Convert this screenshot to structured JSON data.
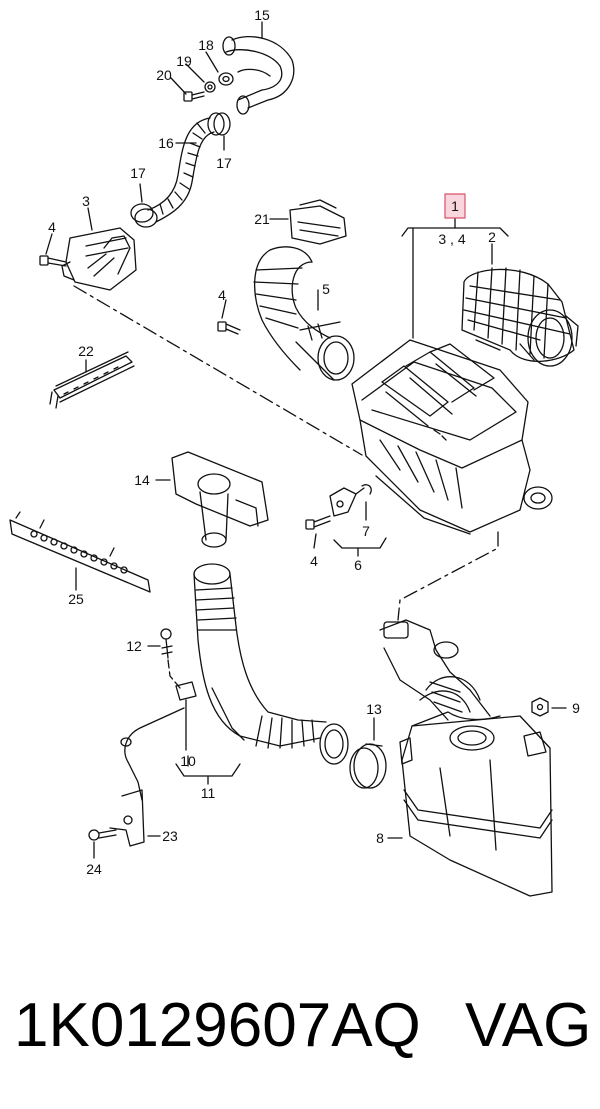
{
  "labels": {
    "l15": "15",
    "l18": "18",
    "l19": "19",
    "l20": "20",
    "l16": "16",
    "l17a": "17",
    "l17b": "17",
    "l3": "3",
    "l4a": "4",
    "l21": "21",
    "l1": "1",
    "l34": "3 , 4",
    "l2": "2",
    "l4b": "4",
    "l5": "5",
    "l22": "22",
    "l14": "14",
    "l4c": "4",
    "l6": "6",
    "l7": "7",
    "l25": "25",
    "l12": "12",
    "l9": "9",
    "l13": "13",
    "l10": "10",
    "l11": "11",
    "l8": "8",
    "l23": "23",
    "l24": "24"
  },
  "footer": {
    "part_number": "1K0129607AQ",
    "brand": "VAG"
  },
  "colors": {
    "line": "#111111",
    "highlight_fill": "#f9d6dd",
    "highlight_stroke": "#d9526b"
  }
}
